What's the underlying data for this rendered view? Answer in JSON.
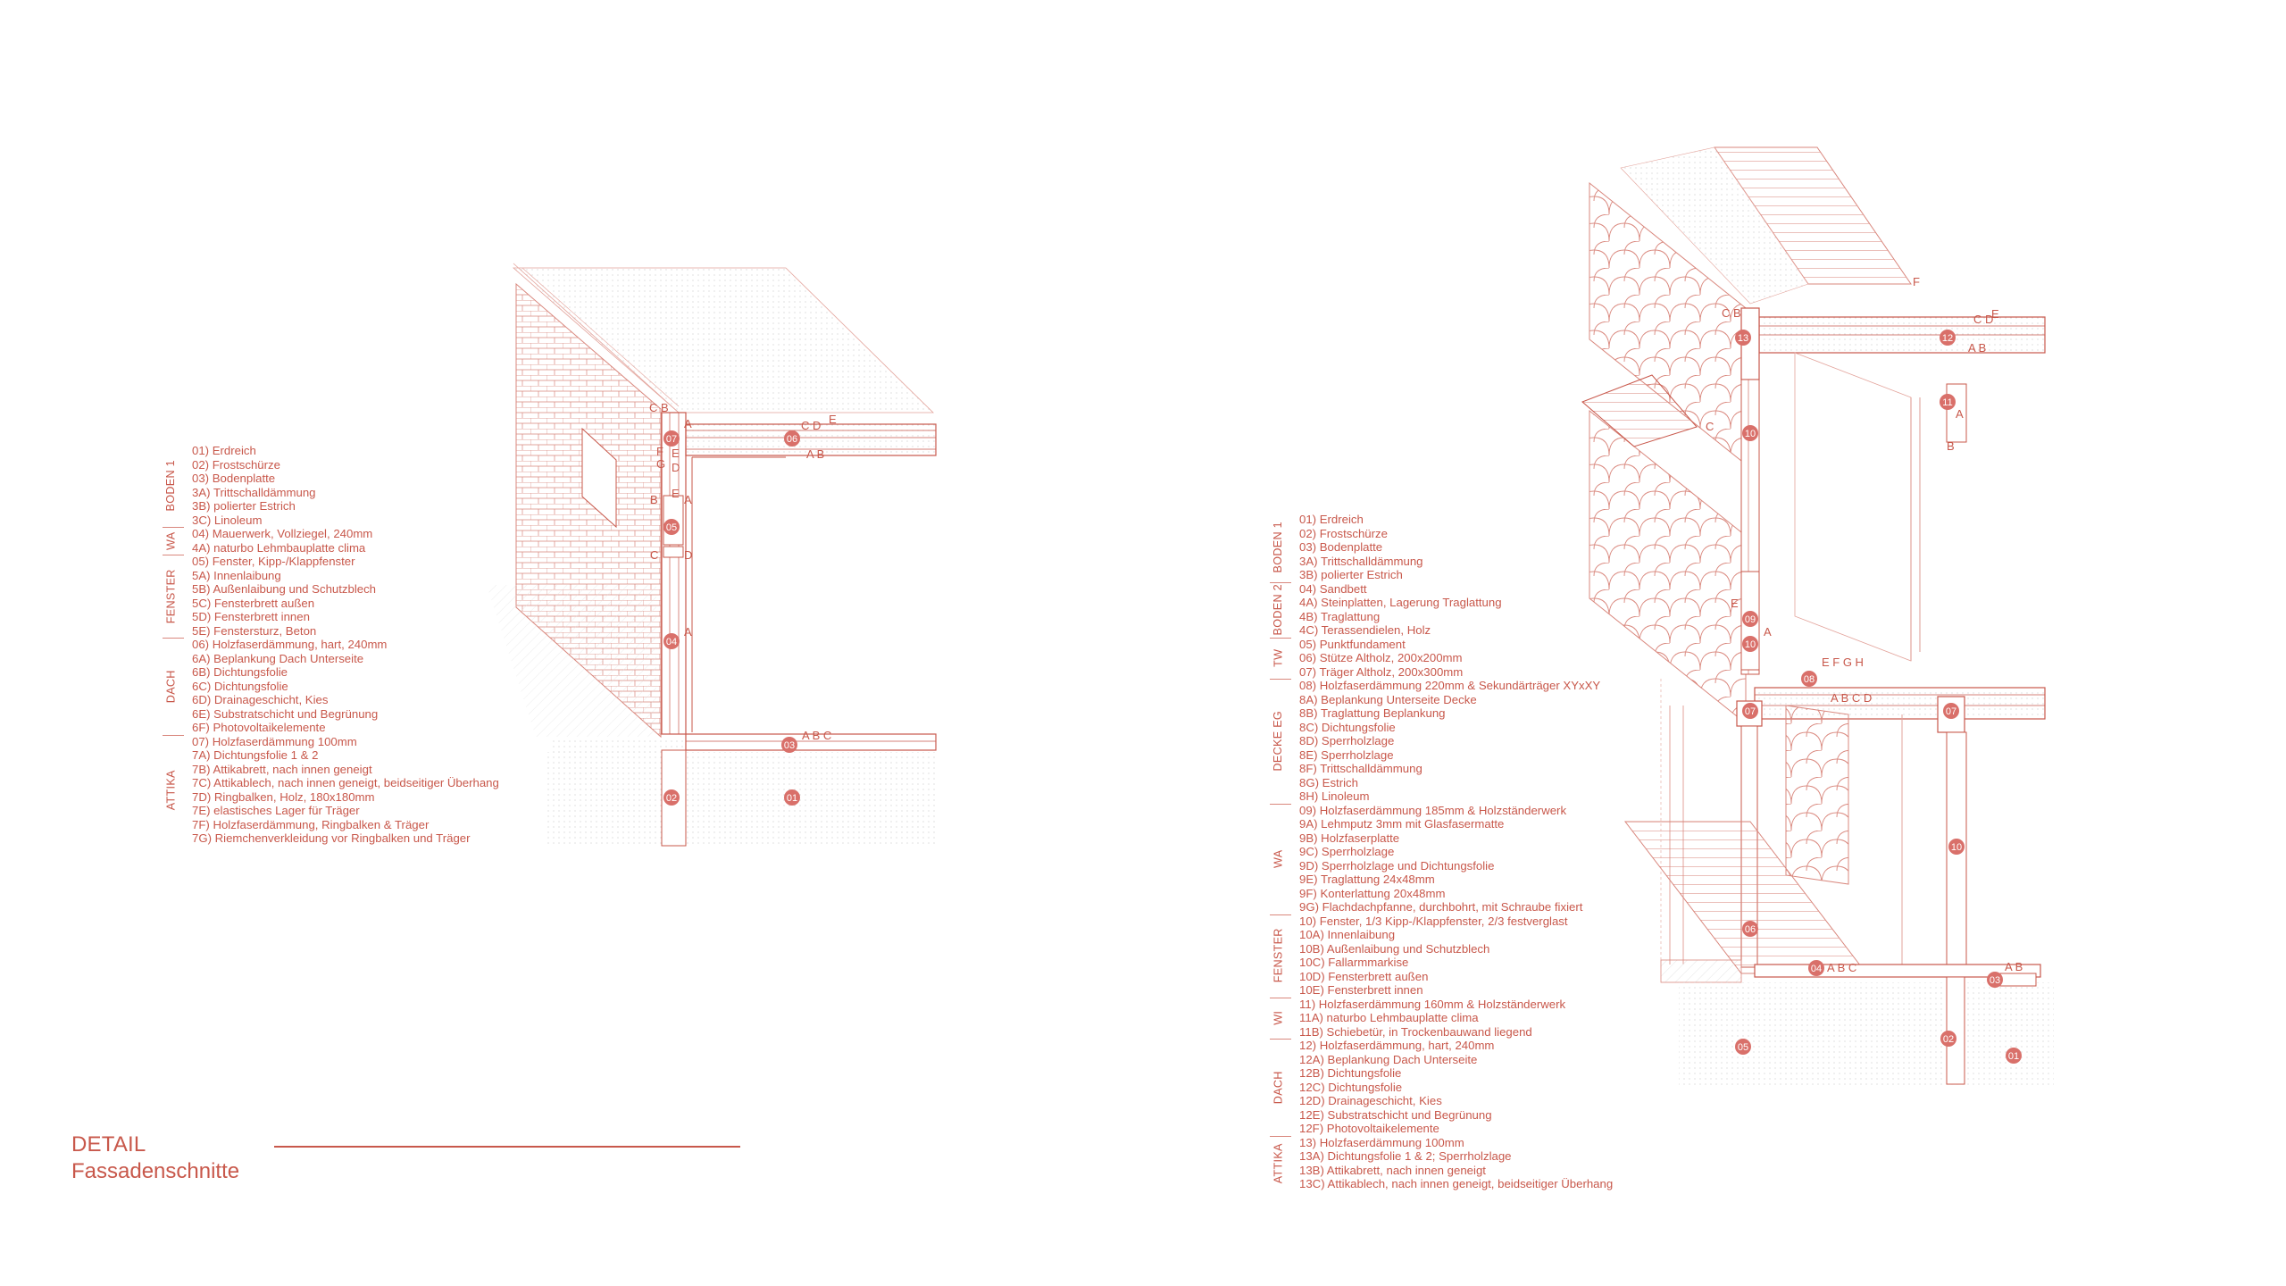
{
  "title": {
    "line1": "DETAIL",
    "line2": "Fassadenschnitte"
  },
  "legend_left": [
    {
      "group": "BODEN 1",
      "items": [
        "01) Erdreich",
        "02) Frostschürze",
        "03) Bodenplatte",
        "3A) Trittschalldämmung",
        "3B) polierter Estrich",
        "3C) Linoleum"
      ]
    },
    {
      "group": "WA",
      "items": [
        "04) Mauerwerk, Vollziegel, 240mm",
        "4A) naturbo Lehmbauplatte clima"
      ]
    },
    {
      "group": "FENSTER",
      "items": [
        "05) Fenster, Kipp-/Klappfenster",
        "5A) Innenlaibung",
        "5B) Außenlaibung und Schutzblech",
        "5C) Fensterbrett außen",
        "5D) Fensterbrett innen",
        "5E) Fenstersturz, Beton"
      ]
    },
    {
      "group": "DACH",
      "items": [
        "06) Holzfaserdämmung, hart, 240mm",
        "6A) Beplankung Dach Unterseite",
        "6B) Dichtungsfolie",
        "6C) Dichtungsfolie",
        "6D) Drainageschicht, Kies",
        "6E) Substratschicht und Begrünung",
        "6F) Photovoltaikelemente"
      ]
    },
    {
      "group": "ATTIKA",
      "items": [
        "07) Holzfaserdämmung 100mm",
        "7A) Dichtungsfolie 1 & 2",
        "7B) Attikabrett, nach innen geneigt",
        "7C) Attikablech, nach innen geneigt, beidseitiger Überhang",
        "7D) Ringbalken, Holz, 180x180mm",
        "7E) elastisches Lager für Träger",
        "7F) Holzfaserdämmung, Ringbalken & Träger",
        "7G) Riemchenverkleidung vor Ringbalken und Träger"
      ]
    }
  ],
  "legend_right": [
    {
      "group": "BODEN 1",
      "items": [
        "01) Erdreich",
        "02) Frostschürze",
        "03) Bodenplatte",
        "3A) Trittschalldämmung",
        "3B) polierter Estrich"
      ]
    },
    {
      "group": "BODEN 2",
      "items": [
        "04) Sandbett",
        "4A) Steinplatten, Lagerung Traglattung",
        "4B) Traglattung",
        "4C) Terassendielen, Holz"
      ]
    },
    {
      "group": "TW",
      "items": [
        "05) Punktfundament",
        "06) Stütze Altholz, 200x200mm",
        "07) Träger Altholz, 200x300mm"
      ]
    },
    {
      "group": "DECKE EG",
      "items": [
        "08) Holzfaserdämmung 220mm & Sekundärträger XYxXY",
        "8A) Beplankung Unterseite Decke",
        "8B) Traglattung Beplankung",
        "8C) Dichtungsfolie",
        "8D) Sperrholzlage",
        "8E) Sperrholzlage",
        "8F) Trittschalldämmung",
        "8G) Estrich",
        "8H) Linoleum"
      ]
    },
    {
      "group": "WA",
      "items": [
        "09) Holzfaserdämmung 185mm & Holzständerwerk",
        "9A) Lehmputz 3mm mit Glasfasermatte",
        "9B) Holzfaserplatte",
        "9C) Sperrholzlage",
        "9D) Sperrholzlage und Dichtungsfolie",
        "9E) Traglattung 24x48mm",
        "9F) Konterlattung 20x48mm",
        "9G) Flachdachpfanne, durchbohrt, mit Schraube fixiert"
      ]
    },
    {
      "group": "FENSTER",
      "items": [
        "10) Fenster, 1/3 Kipp-/Klappfenster, 2/3 festverglast",
        "10A) Innenlaibung",
        "10B) Außenlaibung und Schutzblech",
        "10C) Fallarmmarkise",
        "10D) Fensterbrett außen",
        "10E) Fensterbrett innen"
      ]
    },
    {
      "group": "WI",
      "items": [
        "11) Holzfaserdämmung 160mm & Holzständerwerk",
        "11A) naturbo Lehmbauplatte clima",
        "11B) Schiebetür, in Trockenbauwand liegend"
      ]
    },
    {
      "group": "DACH",
      "items": [
        "12) Holzfaserdämmung, hart, 240mm",
        "12A) Beplankung Dach Unterseite",
        "12B) Dichtungsfolie",
        "12C) Dichtungsfolie",
        "12D) Drainageschicht, Kies",
        "12E) Substratschicht und Begrünung",
        "12F) Photovoltaikelemente"
      ]
    },
    {
      "group": "ATTIKA",
      "items": [
        "13) Holzfaserdämmung 100mm",
        "13A) Dichtungsfolie 1 & 2; Sperrholzlage",
        "13B) Attikabrett, nach innen geneigt",
        "13C) Attikablech, nach innen geneigt, beidseitiger Überhang"
      ]
    }
  ],
  "left_markers": [
    "01",
    "02",
    "03",
    "04",
    "05",
    "06",
    "07"
  ],
  "right_markers": [
    "01",
    "02",
    "03",
    "04",
    "05",
    "06",
    "07",
    "08",
    "09",
    "10",
    "10",
    "10",
    "11",
    "12",
    "13"
  ],
  "colors": {
    "accent": "#c8584b",
    "line_light": "#e3a39b",
    "hatch": "#d8d8d8"
  }
}
